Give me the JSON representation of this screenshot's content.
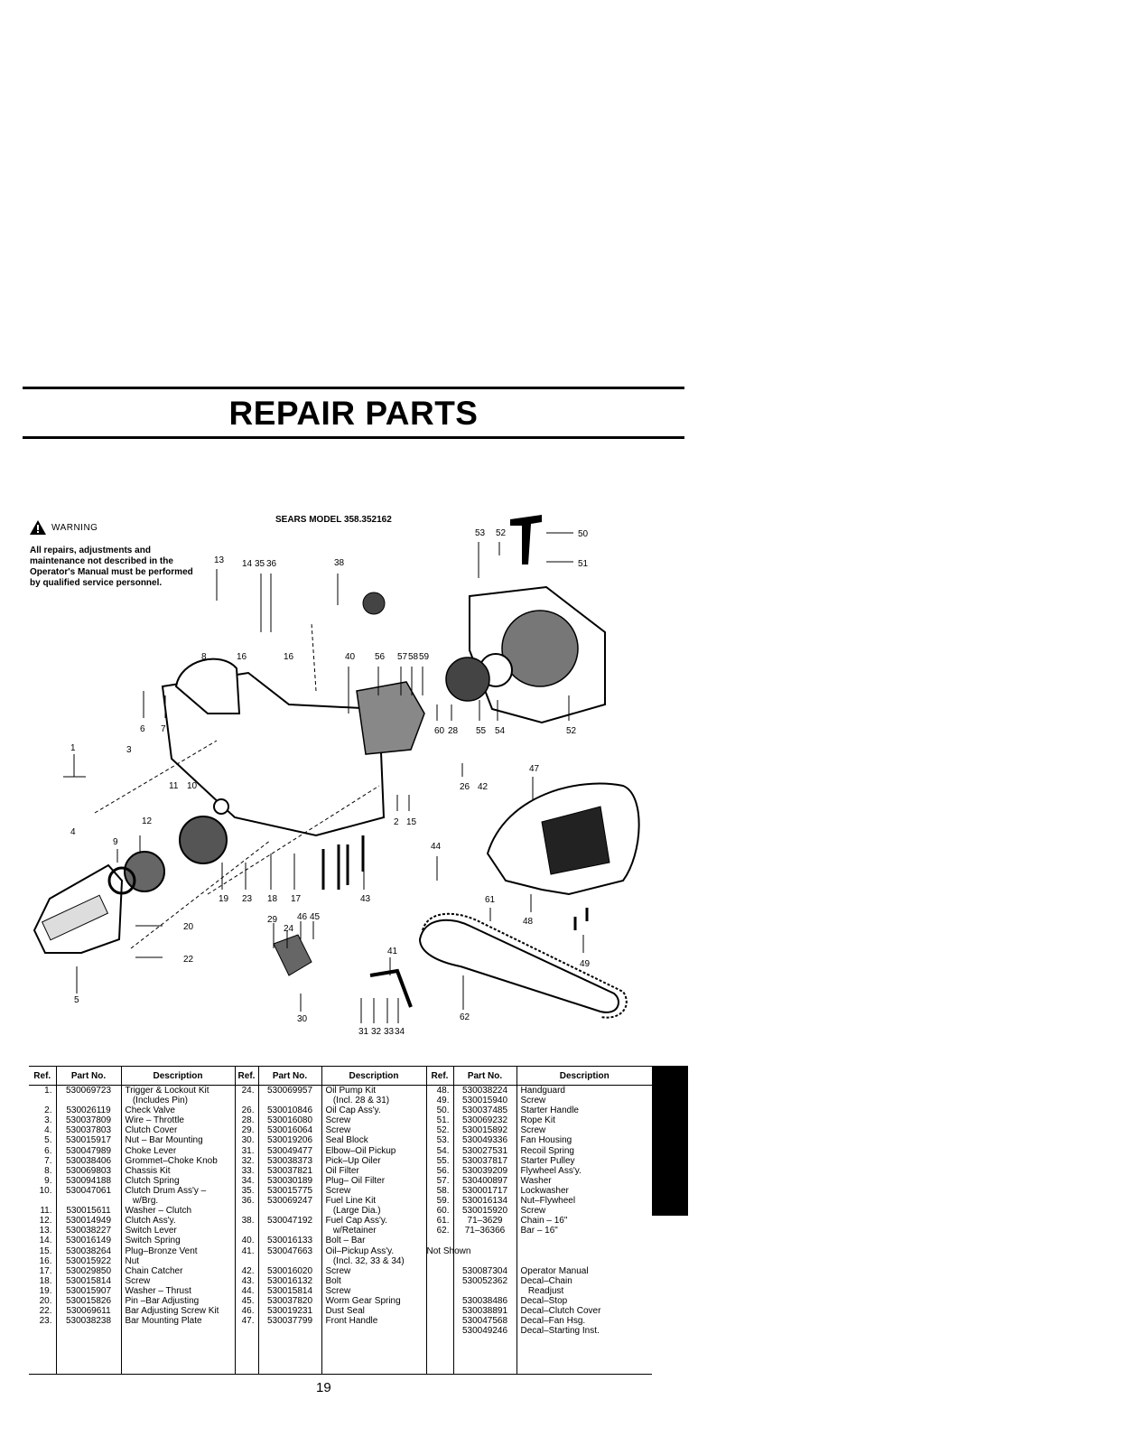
{
  "header": {
    "title": "REPAIR PARTS"
  },
  "warning": {
    "label": "WARNING",
    "text": "All repairs, adjustments and maintenance not described in the Operator's Manual must be performed by qualified service personnel."
  },
  "diagram": {
    "model_label": "SEARS MODEL 358.352162",
    "callouts": [
      "1",
      "2",
      "3",
      "4",
      "5",
      "6",
      "7",
      "8",
      "9",
      "10",
      "11",
      "12",
      "13",
      "14",
      "15",
      "16",
      "16",
      "17",
      "18",
      "19",
      "20",
      "22",
      "23",
      "24",
      "26",
      "28",
      "29",
      "30",
      "31",
      "32",
      "33",
      "34",
      "35",
      "36",
      "38",
      "40",
      "41",
      "42",
      "43",
      "44",
      "45",
      "46",
      "47",
      "48",
      "49",
      "50",
      "51",
      "52",
      "52",
      "53",
      "54",
      "55",
      "56",
      "57",
      "58",
      "59",
      "60",
      "61",
      "62"
    ]
  },
  "table": {
    "headers": [
      "Ref.",
      "Part No.",
      "Description",
      "Ref.",
      "Part No.",
      "Description",
      "Ref.",
      "Part No.",
      "Description"
    ],
    "col1": {
      "ref": "1.\n\n2.\n3.\n4.\n5.\n6.\n7.\n8.\n9.\n10.\n\n11.\n12.\n13.\n14.\n15.\n16.\n17.\n18.\n19.\n20.\n22.\n23.",
      "pn": "530069723\n\n530026119\n530037809\n530037803\n530015917\n530047989\n530038406\n530069803\n530094188\n530047061\n\n530015611\n530014949\n530038227\n530016149\n530038264\n530015922\n530029850\n530015814\n530015907\n530015826\n530069611\n530038238",
      "desc": "Trigger & Lockout Kit\n   (Includes Pin)\nCheck Valve\nWire – Throttle\nClutch Cover\nNut – Bar Mounting\nChoke Lever\nGrommet–Choke Knob\nChassis Kit\nClutch Spring\nClutch Drum Ass'y –\n   w/Brg.\nWasher – Clutch\nClutch Ass'y.\nSwitch Lever\nSwitch Spring\nPlug–Bronze Vent\nNut\nChain Catcher\nScrew\nWasher – Thrust\nPin –Bar Adjusting\nBar Adjusting Screw Kit\nBar Mounting Plate"
    },
    "col2": {
      "ref": "24.\n\n26.\n28.\n29.\n30.\n31.\n32.\n33.\n34.\n35.\n36.\n\n38.\n\n40.\n41.\n\n42.\n43.\n44.\n45.\n46.\n47.",
      "pn": "530069957\n\n530010846\n530016080\n530016064\n530019206\n530049477\n530038373\n530037821\n530030189\n530015775\n530069247\n\n530047192\n\n530016133\n530047663\n\n530016020\n530016132\n530015814\n530037820\n530019231\n530037799",
      "desc": "Oil Pump Kit\n   (Incl. 28 & 31)\nOil Cap Ass'y.\nScrew\nScrew\nSeal Block\nElbow–Oil Pickup\nPick–Up Oiler\nOil Filter\nPlug– Oil Filter\nScrew\nFuel Line Kit\n   (Large Dia.)\nFuel Cap Ass'y.\n   w/Retainer\nBolt – Bar\nOil–Pickup Ass'y.\n   (Incl. 32, 33 & 34)\nScrew\nBolt\nScrew\nWorm Gear Spring\nDust Seal\nFront Handle"
    },
    "col3": {
      "ref": "48.\n49.\n50.\n51.\n52.\n53.\n54.\n55.\n56.\n57.\n58.\n59.\n60.\n61.\n62.\n\nNot Shown",
      "pn": "530038224\n530015940\n530037485\n530069232\n530015892\n530049336\n530027531\n530037817\n530039209\n530400897\n530001717\n530016134\n530015920\n71–3629\n71–36366\n\n\n\n530087304\n530052362\n\n530038486\n530038891\n530047568\n530049246",
      "desc": "Handguard\nScrew\nStarter Handle\nRope Kit\nScrew\nFan Housing\nRecoil Spring\nStarter Pulley\nFlywheel Ass'y.\nWasher\nLockwasher\nNut–Flywheel\nScrew\nChain – 16\"\nBar – 16\"\n\n\n\nOperator Manual\nDecal–Chain\n   Readjust\nDecal–Stop\nDecal–Clutch Cover\nDecal–Fan Hsg.\nDecal–Starting Inst."
    }
  },
  "footer": {
    "page_number": "19"
  }
}
